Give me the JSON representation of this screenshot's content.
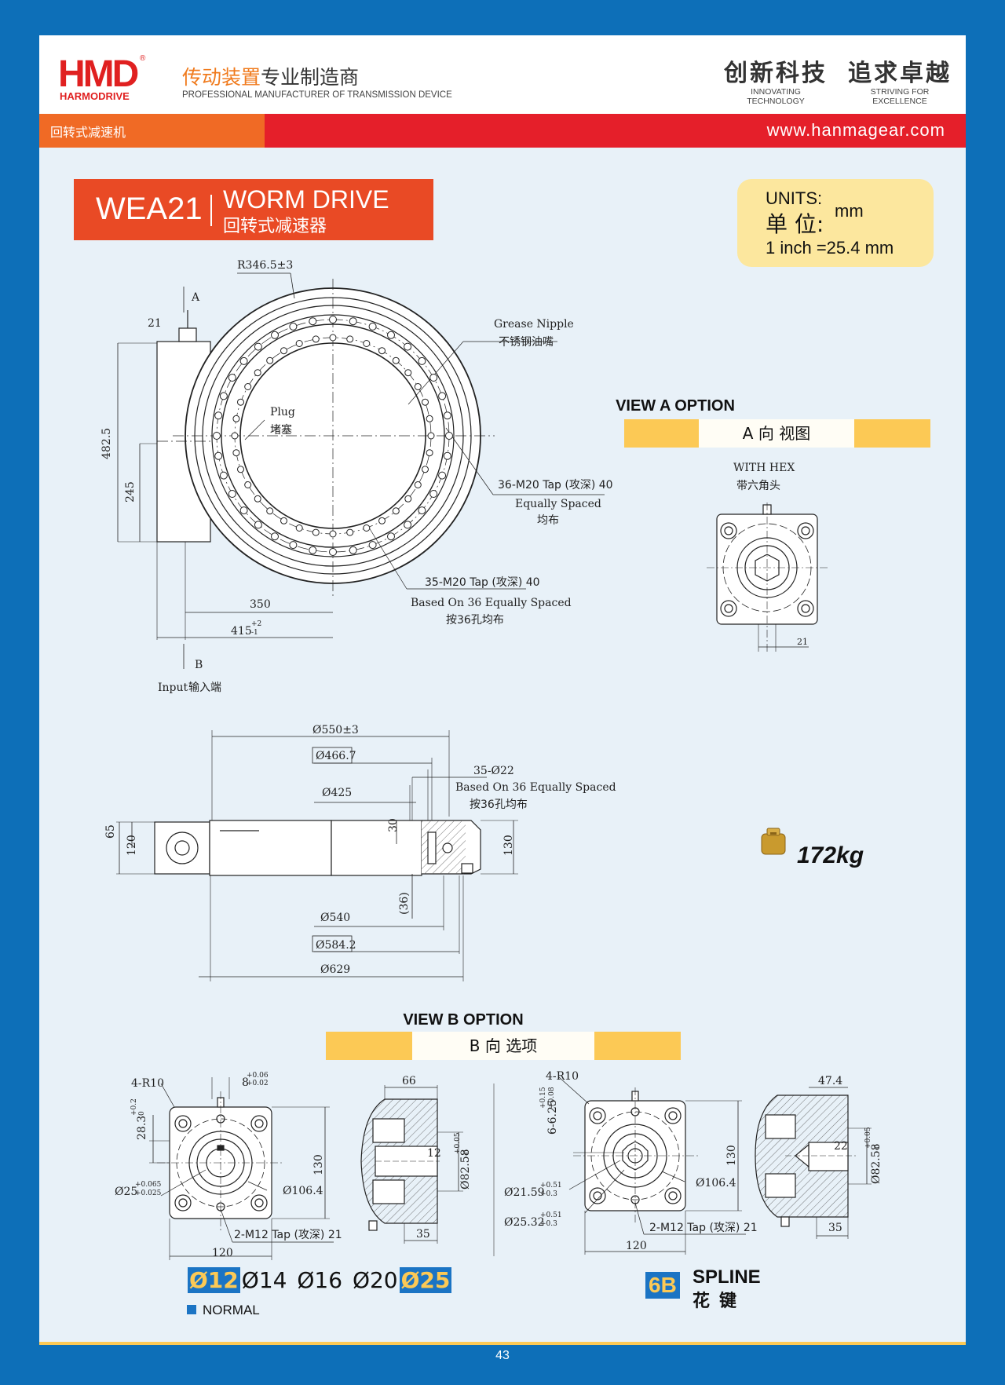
{
  "brand": {
    "logo_text": "HMD",
    "logo_sub": "HARMODRIVE",
    "registered": "®"
  },
  "header": {
    "tagline_cn_orange": "传动装置",
    "tagline_cn_dark": "专业制造商",
    "tagline_en": "PROFESSIONAL MANUFACTURER OF TRANSMISSION DEVICE",
    "slogan1_cn": "创新科技",
    "slogan1_en": "INNOVATING TECHNOLOGY",
    "slogan2_cn": "追求卓越",
    "slogan2_en": "STRIVING FOR EXCELLENCE"
  },
  "category_bar": {
    "label_cn": "回转式减速机",
    "url": "www.hanmagear.com"
  },
  "title": {
    "model": "WEA21",
    "name_en": "WORM DRIVE",
    "name_cn": "回转式减速器"
  },
  "units": {
    "label_en": "UNITS:",
    "label_cn": "单 位:",
    "unit": "mm",
    "conversion": "1 inch =25.4 mm"
  },
  "front_view": {
    "radius": "R346.5±3",
    "arrow_a": "A",
    "hex": "21",
    "grease_en": "Grease Nipple",
    "grease_cn": "不锈钢油嘴",
    "plug_en": "Plug",
    "plug_cn": "堵塞",
    "tap1": "36-M20 Tap (攻深) 40",
    "tap1_note_en": "Equally Spaced",
    "tap1_note_cn": "均布",
    "tap2": "35-M20 Tap (攻深) 40",
    "tap2_note_en": "Based On 36 Equally Spaced",
    "tap2_note_cn": "按36孔均布",
    "dim_height": "482.5",
    "dim_center": "245",
    "dim_350": "350",
    "dim_415": "415",
    "dim_415_tol_up": "+2",
    "dim_415_tol_dn": "-1",
    "arrow_b": "B",
    "input_en": "Input",
    "input_cn": "输入端"
  },
  "view_a": {
    "heading": "VIEW A OPTION",
    "band_label": "A 向 视图",
    "note_en": "WITH HEX",
    "note_cn": "带六角头",
    "dim": "21"
  },
  "side_view": {
    "d550": "Ø550±3",
    "d466": "Ø466.7",
    "holes": "35-Ø22",
    "holes_note_en": "Based On 36 Equally Spaced",
    "holes_note_cn": "按36孔均布",
    "d425": "Ø425",
    "h65": "65",
    "h120": "120",
    "h30": "30",
    "h130": "130",
    "h36": "(36)",
    "d540": "Ø540",
    "d584": "Ø584.2",
    "d629": "Ø629"
  },
  "weight": {
    "value": "172kg"
  },
  "view_b": {
    "heading": "VIEW B OPTION",
    "band_label": "B 向 选项",
    "left": {
      "r": "4-R10",
      "key": "8",
      "key_tol_up": "+0.06",
      "key_tol_dn": "+0.02",
      "h283": "28.3",
      "h283_tol_up": "+0.2",
      "h283_tol_dn": "0",
      "d25": "Ø25",
      "d25_tol_up": "+0.065",
      "d25_tol_dn": "+0.025",
      "pcd": "Ø106.4",
      "tap": "2-M12 Tap (攻深) 21",
      "w120": "120",
      "h130": "130",
      "w66": "66",
      "d12": "12",
      "d8258": "Ø82.58",
      "d8258_tol_up": "+0.05",
      "d8258_tol_dn": "0",
      "w35": "35"
    },
    "right": {
      "r": "4-R10",
      "h625": "6-6.25",
      "h625_tol_up": "+0.15",
      "h625_tol_dn": "+0.08",
      "d2159": "Ø21.59",
      "d2159_tol_up": "+0.51",
      "d2159_tol_dn": "+0.3",
      "d2532": "Ø25.32",
      "d2532_tol_up": "+0.51",
      "d2532_tol_dn": "+0.3",
      "pcd": "Ø106.4",
      "tap": "2-M12 Tap (攻深) 21",
      "w120": "120",
      "h130": "130",
      "w474": "47.4",
      "d22": "22",
      "d8258": "Ø82.58",
      "d8258_tol_up": "+0.05",
      "d8258_tol_dn": "0",
      "w35": "35"
    },
    "bores": [
      "Ø12",
      "Ø14",
      "Ø16",
      "Ø20",
      "Ø25"
    ],
    "normal_label": "NORMAL",
    "spline_code": "6B",
    "spline_en": "SPLINE",
    "spline_cn": "花键"
  },
  "footer": {
    "page_number": "43"
  },
  "colors": {
    "frame_blue": "#0d6fb8",
    "orange": "#f06a25",
    "red": "#e51f2a",
    "highlight_yellow": "#fcc955",
    "accent_blue": "#1b74c4"
  }
}
